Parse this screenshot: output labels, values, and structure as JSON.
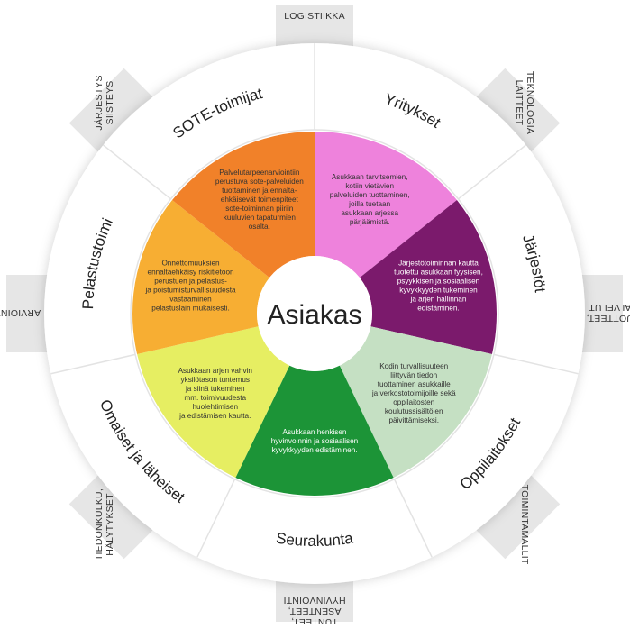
{
  "center": {
    "label": "Asiakas"
  },
  "colors": {
    "outer_ring": "#ffffff",
    "inner_ring": "#ffffff",
    "ring_line": "#e3e3e3",
    "tab_fill": "#e6e6e6",
    "segments": [
      "#ee82dc",
      "#7b1a6c",
      "#c5e0c3",
      "#1c9437",
      "#e6ee62",
      "#f7ae33",
      "#f18129"
    ]
  },
  "ring_labels": [
    {
      "id": "yritykset",
      "label": "Yritykset"
    },
    {
      "id": "jarjestot",
      "label": "Järjestöt"
    },
    {
      "id": "oppilaitokset",
      "label": "Oppilaitokset"
    },
    {
      "id": "seurakunta",
      "label": "Seurakunta"
    },
    {
      "id": "omaiset",
      "label": "Omaiset ja läheiset"
    },
    {
      "id": "pelastustoimi",
      "label": "Pelastustoimi"
    },
    {
      "id": "sote",
      "label": "SOTE-toimijat"
    }
  ],
  "outer_tabs": [
    {
      "id": "logistiikka",
      "lines": [
        "LOGISTIIKKA"
      ]
    },
    {
      "id": "teknologia",
      "lines": [
        "TEKNOLOGIA",
        "LAITTEET"
      ]
    },
    {
      "id": "tuotteet",
      "lines": [
        "TUOTTEET,",
        "PALVELUT"
      ]
    },
    {
      "id": "toimintamallit",
      "lines": [
        "TOIMINTAMALLIT"
      ]
    },
    {
      "id": "tunteet",
      "lines": [
        "TUNTEET,",
        "ASENTEET,",
        "HYVINVOINTI"
      ]
    },
    {
      "id": "tiedonkulku",
      "lines": [
        "TIEDONKULKU,",
        "HÄLYTYKSET"
      ]
    },
    {
      "id": "arviointi",
      "lines": [
        "ARVIOINTI"
      ]
    },
    {
      "id": "jarjestys",
      "lines": [
        "JÄRJESTYS",
        "SIISTEYS"
      ]
    }
  ],
  "segments": [
    {
      "id": "yritykset",
      "lines": [
        "Asukkaan tarvitsemien,",
        "kotiin vietävien",
        "palveluiden tuottaminen,",
        "joilla tuetaan",
        "asukkaan arjessa",
        "pärjäämistä."
      ]
    },
    {
      "id": "jarjestot",
      "lines": [
        "Järjestötoiminnan kautta",
        "tuotettu asukkaan fyysisen,",
        "psyykkisen ja sosiaalisen",
        "kyvykkyyden tukeminen",
        "ja arjen hallinnan",
        "edistäminen."
      ]
    },
    {
      "id": "oppilaitokset",
      "lines": [
        "Kodin turvallisuuteen",
        "liittyvän tiedon",
        "tuottaminen asukkaille",
        "ja verkostotoimijoille sekä",
        "oppilaitosten",
        "koulutussisältöjen",
        "päivittämiseksi."
      ]
    },
    {
      "id": "seurakunta",
      "lines": [
        "Asukkaan henkisen",
        "hyvinvoinnin ja sosiaalisen",
        "kyvykkyyden edistäminen."
      ]
    },
    {
      "id": "omaiset",
      "lines": [
        "Asukkaan arjen vahvin",
        "yksilötason tuntemus",
        "ja siinä tukeminen",
        "mm. toimivuudesta",
        "huolehtimisen",
        "ja edistämisen kautta."
      ]
    },
    {
      "id": "pelastustoimi",
      "lines": [
        "Onnettomuuksien",
        "ennaltaehkäisy riskitietoon",
        "perustuen ja pelastus-",
        "ja poistumisturvallisuudesta",
        "vastaaminen",
        "pelastuslain mukaisesti."
      ]
    },
    {
      "id": "sote",
      "lines": [
        "Palvelutarpeenarviointiin",
        "perustuva sote-palveluiden",
        "tuottaminen ja ennalta-",
        "ehkäisevät toimenpiteet",
        "sote-toiminnan piiriin",
        "kuuluvien tapaturmien",
        "osalta."
      ]
    }
  ]
}
